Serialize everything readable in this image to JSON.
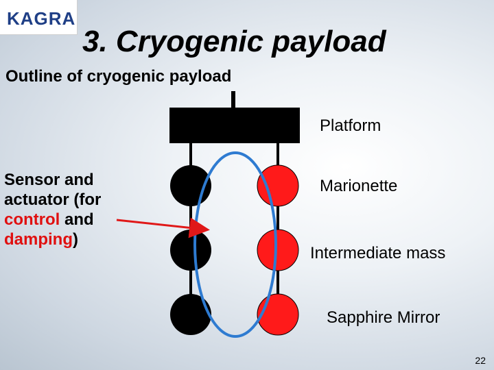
{
  "logo": {
    "text": "KAGRA"
  },
  "title": "3. Cryogenic payload",
  "subtitle": "Outline of cryogenic payload",
  "labels": {
    "platform": "Platform",
    "marionette": "Marionette",
    "intermediate_mass": "Intermediate mass",
    "sapphire_mirror": "Sapphire Mirror"
  },
  "sensor": {
    "line1": "Sensor and",
    "line2": "actuator (for",
    "line3_red": "control",
    "line3_rest": " and",
    "line4_red": "damping",
    "line4_rest": ")"
  },
  "page_number": "22",
  "colors": {
    "red_mass": "#ff1a1a",
    "black_mass": "#000000",
    "ellipse": "#2e7bd1",
    "arrow": "#e01818",
    "red_text": "#e01010"
  }
}
